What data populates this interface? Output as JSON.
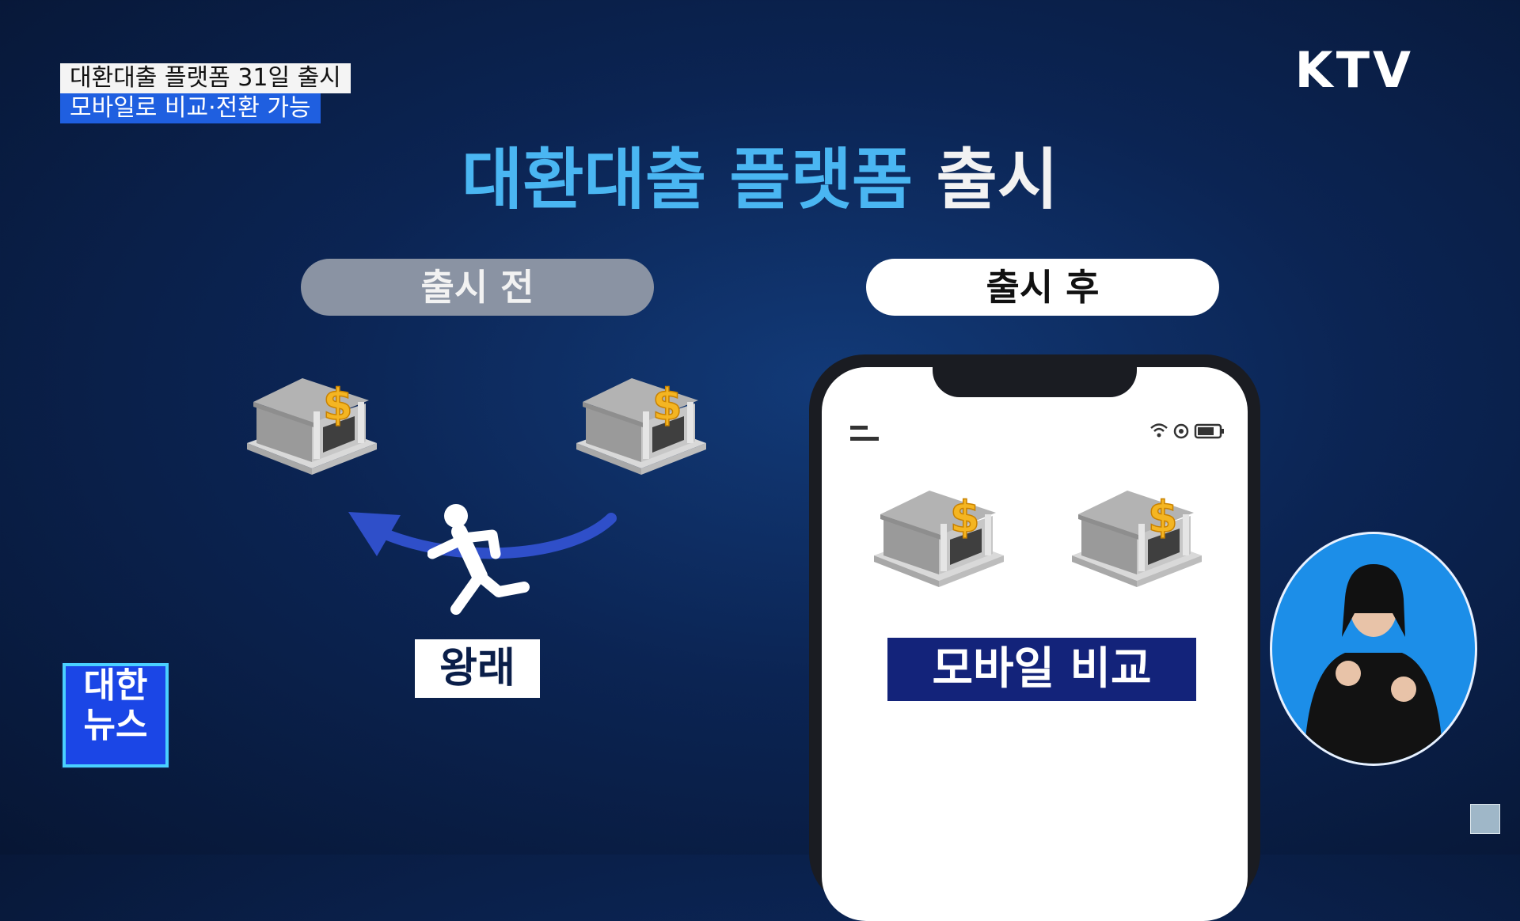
{
  "caption": {
    "line1": "대환대출 플랫폼 31일 출시",
    "line2": "모바일로 비교·전환 가능"
  },
  "channel_logo": "KTV",
  "title": {
    "highlight": "대환대출 플랫폼",
    "rest": "출시"
  },
  "before": {
    "label": "출시 전",
    "movement_label": "왕래"
  },
  "after": {
    "label": "출시 후",
    "mobile_label": "모바일 비교"
  },
  "news_logo": {
    "line1": "대한",
    "line2": "뉴스"
  },
  "icons": [
    "bank-icon",
    "dollar-icon",
    "running-person-icon",
    "curved-arrow-icon",
    "menu-icon",
    "wifi-icon",
    "alarm-icon",
    "battery-icon"
  ],
  "colors": {
    "background": "#0b2453",
    "title_highlight": "#4ab6f2",
    "caption_blue": "#1f5fe0",
    "label_navy": "#13237a"
  }
}
